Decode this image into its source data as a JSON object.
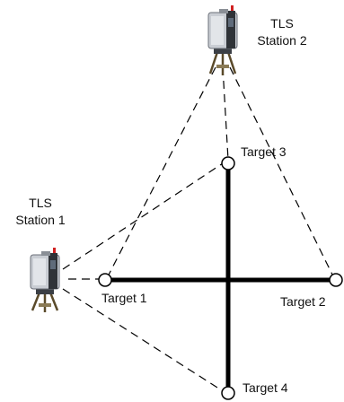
{
  "stations": [
    {
      "id": "station-1",
      "name_line1": "TLS",
      "name_line2": "Station 1"
    },
    {
      "id": "station-2",
      "name_line1": "TLS",
      "name_line2": "Station 2"
    }
  ],
  "targets": [
    {
      "id": "target-1",
      "label": "Target 1"
    },
    {
      "id": "target-2",
      "label": "Target 2"
    },
    {
      "id": "target-3",
      "label": "Target 3"
    },
    {
      "id": "target-4",
      "label": "Target 4"
    }
  ],
  "colors": {
    "line": "#000000",
    "scanner_body": "#c9cdd3",
    "scanner_dark": "#3b3f45",
    "tripod": "#6a5a3a"
  }
}
